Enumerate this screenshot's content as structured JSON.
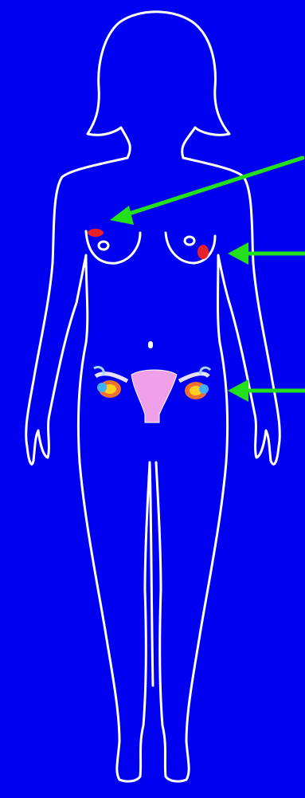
{
  "figure": {
    "background_color": "#0000f0",
    "outline_color": "#ffffff",
    "arrow_color": "#22e01a",
    "marker_color": "#e8202a",
    "organ_color": "#f0a0e8",
    "arrows": [
      {
        "target": "breast-marker"
      },
      {
        "target": "breast-marker"
      },
      {
        "target": "ovary"
      }
    ]
  }
}
